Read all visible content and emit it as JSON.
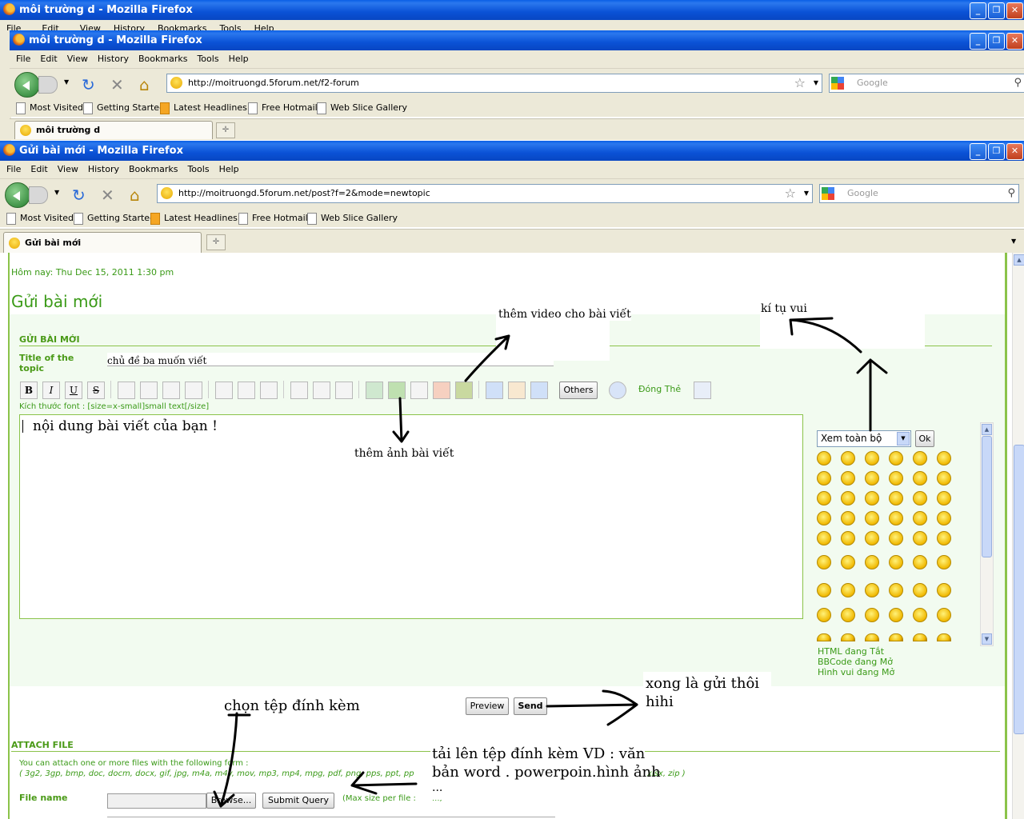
{
  "back_window": {
    "title": "môi trường d - Mozilla Firefox",
    "menu_partial": [
      "File",
      "Edit",
      "View",
      "History",
      "Bookmarks",
      "Tools",
      "Help"
    ]
  },
  "middle_window": {
    "title": "môi trường d - Mozilla Firefox",
    "menu": [
      "File",
      "Edit",
      "View",
      "History",
      "Bookmarks",
      "Tools",
      "Help"
    ],
    "url": "http://moitruongd.5forum.net/f2-forum",
    "search_placeholder": "Google",
    "bookmarks": [
      "Most Visited",
      "Getting Started",
      "Latest Headlines",
      "Free Hotmail",
      "Web Slice Gallery"
    ],
    "tab_title": "môi trường d"
  },
  "front_window": {
    "title": "Gửi bài mới - Mozilla Firefox",
    "menu": [
      "File",
      "Edit",
      "View",
      "History",
      "Bookmarks",
      "Tools",
      "Help"
    ],
    "url": "http://moitruongd.5forum.net/post?f=2&mode=newtopic",
    "search_placeholder": "Google",
    "bookmarks": [
      "Most Visited",
      "Getting Started",
      "Latest Headlines",
      "Free Hotmail",
      "Web Slice Gallery"
    ],
    "tab_title": "Gửi bài mới"
  },
  "page": {
    "date_line": "Hôm nay: Thu Dec 15, 2011 1:30 pm",
    "heading": "Gửi bài mới",
    "section_title": "GỬI BÀI MỚI",
    "title_label": "Title of the topic",
    "title_value": "chủ đề ba muốn viết",
    "toolbar": {
      "bold": "B",
      "italic": "I",
      "underline": "U",
      "strike": "S",
      "others": "Others",
      "close_tags": "Đóng Thẻ"
    },
    "font_size_hint": "Kích thước font : [size=x-small]small text[/size]",
    "editor_text": "nội dung bài viết của bạn !",
    "smilies_select": "Xem toàn bộ",
    "smilies_ok": "Ok",
    "status_html": "HTML đang Tắt",
    "status_bbcode": "BBCode đang Mở",
    "status_smilies": "Hình vui đang Mở",
    "preview_btn": "Preview",
    "send_btn": "Send",
    "attach_title": "ATTACH FILE",
    "attach_desc": "You can attach one or more files with the following form :",
    "attach_types": "( 3g2, 3gp, bmp, doc, docm, docx, gif, jpg, m4a, m4v, mov, mp3, mp4, mpg, pdf, png, pps, ppt, pp",
    "attach_types_tail": "xlsx, zip )",
    "file_label": "File name",
    "browse_btn": "Browse...",
    "submit_btn": "Submit Query",
    "max_size": "(Max size per file :",
    "max_size_tail": "...;"
  },
  "annotations": {
    "video": "thêm video cho bài viết",
    "smilies": "kí tụ vui",
    "image": "thêm ảnh bài viết",
    "send": "xong là gửi thôi\nhihi",
    "choose_file": "chọn tệp đính kèm",
    "upload_line1": "tải lên tệp đính kèm VD : văn",
    "upload_line2": "bản word . powerpoin.hình ảnh",
    "upload_line3": "..."
  },
  "colors": {
    "xp_title_blue": "#0a52d6",
    "forum_green": "#3a9a17",
    "form_bg": "#f2fbf0",
    "border_green": "#8bc34a"
  }
}
